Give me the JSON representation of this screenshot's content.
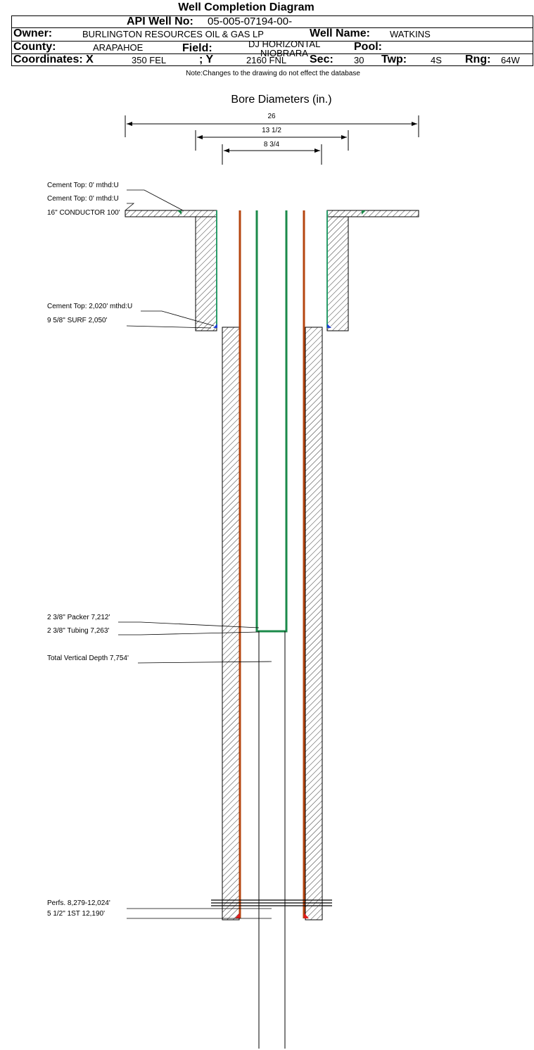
{
  "title": "Well Completion Diagram",
  "header": {
    "api_label": "API Well No:",
    "api_value": "05-005-07194-00-",
    "owner_label": "Owner:",
    "owner_value": "BURLINGTON RESOURCES OIL & GAS LP",
    "well_name_label": "Well Name:",
    "well_name_value": "WATKINS",
    "county_label": "County:",
    "county_value": "ARAPAHOE",
    "field_label": "Field:",
    "field_value_1": "DJ HORIZONTAL",
    "field_value_2": "NIOBRARA",
    "pool_label": "Pool:",
    "coord_label": "Coordinates: X",
    "x_value": "350 FEL",
    "y_label": "; Y",
    "y_value": "2160 FNL",
    "sec_label": "Sec:",
    "sec_value": "30",
    "twp_label": "Twp:",
    "twp_value": "4S",
    "rng_label": "Rng:",
    "rng_value": "64W"
  },
  "note": "Note:Changes to the drawing do not effect the database",
  "bore_title": "Bore Diameters (in.)",
  "bore_diameters": [
    "26",
    "13 1/2",
    "8 3/4"
  ],
  "annotations": {
    "cement_top_1": "Cement Top: 0' mthd:U",
    "cement_top_2": "Cement Top: 0' mthd:U",
    "conductor": "16\" CONDUCTOR  100'",
    "cement_top_3": "Cement Top: 2,020' mthd:U",
    "surf": "9 5/8\" SURF      2,050'",
    "packer": "2 3/8\" Packer 7,212'",
    "tubing": "2 3/8\" Tubing 7,263'",
    "tvd": "Total Vertical Depth 7,754'",
    "perfs": "Perfs. 8,279-12,024'",
    "first": "5 1/2\" 1ST      12,190'"
  },
  "colors": {
    "surface_casing": "#2a9d6a",
    "tubing": "#1b8a4a",
    "production_casing": "#b5450f",
    "shoe_red": "#e21b1b",
    "shoe_blue": "#1f3fd6"
  }
}
